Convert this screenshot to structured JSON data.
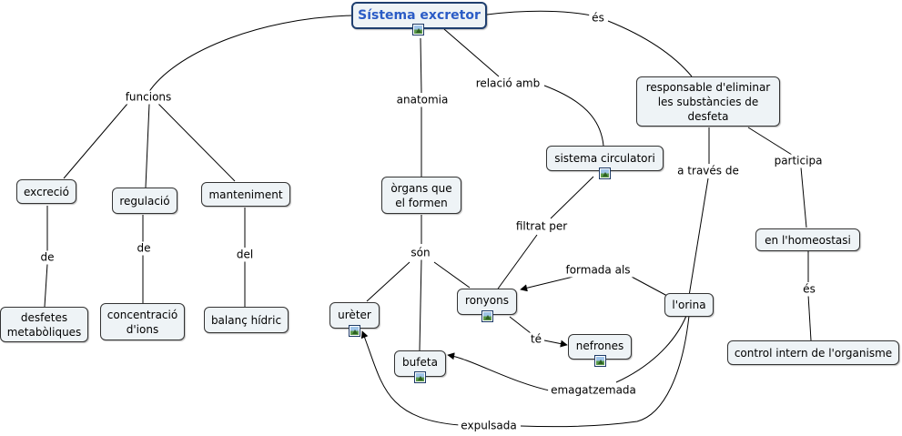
{
  "title": "Sístema excretor",
  "nodes": {
    "root": "Sístema excretor",
    "responsable": "responsable d'eliminar les substàncies de desfeta",
    "sistema_circulatori": "sistema circulatori",
    "organs": "òrgans que el formen",
    "excrecio": "excreció",
    "regulacio": "regulació",
    "manteniment": "manteniment",
    "desfetes": "desfetes metabòliques",
    "concentracio": "concentració d'ions",
    "balanc": "balanç hídric",
    "ureter": "urèter",
    "ronyons": "ronyons",
    "bufeta": "bufeta",
    "nefrones": "nefrones",
    "orina": "l'orina",
    "homeostasi": "en l'homeostasi",
    "control": "control intern de l'organisme"
  },
  "links": {
    "es": "és",
    "funcions": "funcions",
    "anatomia": "anatomia",
    "relacio": "relació amb",
    "a_traves": "a través de",
    "participa": "participa",
    "filtrat": "filtrat per",
    "de1": "de",
    "de2": "de",
    "del": "del",
    "son": "són",
    "formada": "formada als",
    "te": "té",
    "es2": "és",
    "emagatzemada": "emagatzemada",
    "expulsada": "expulsada"
  },
  "colors": {
    "node_fill": "#eef3f6",
    "node_border": "#333333",
    "root_text": "#2b5cc6",
    "line": "#000000"
  }
}
